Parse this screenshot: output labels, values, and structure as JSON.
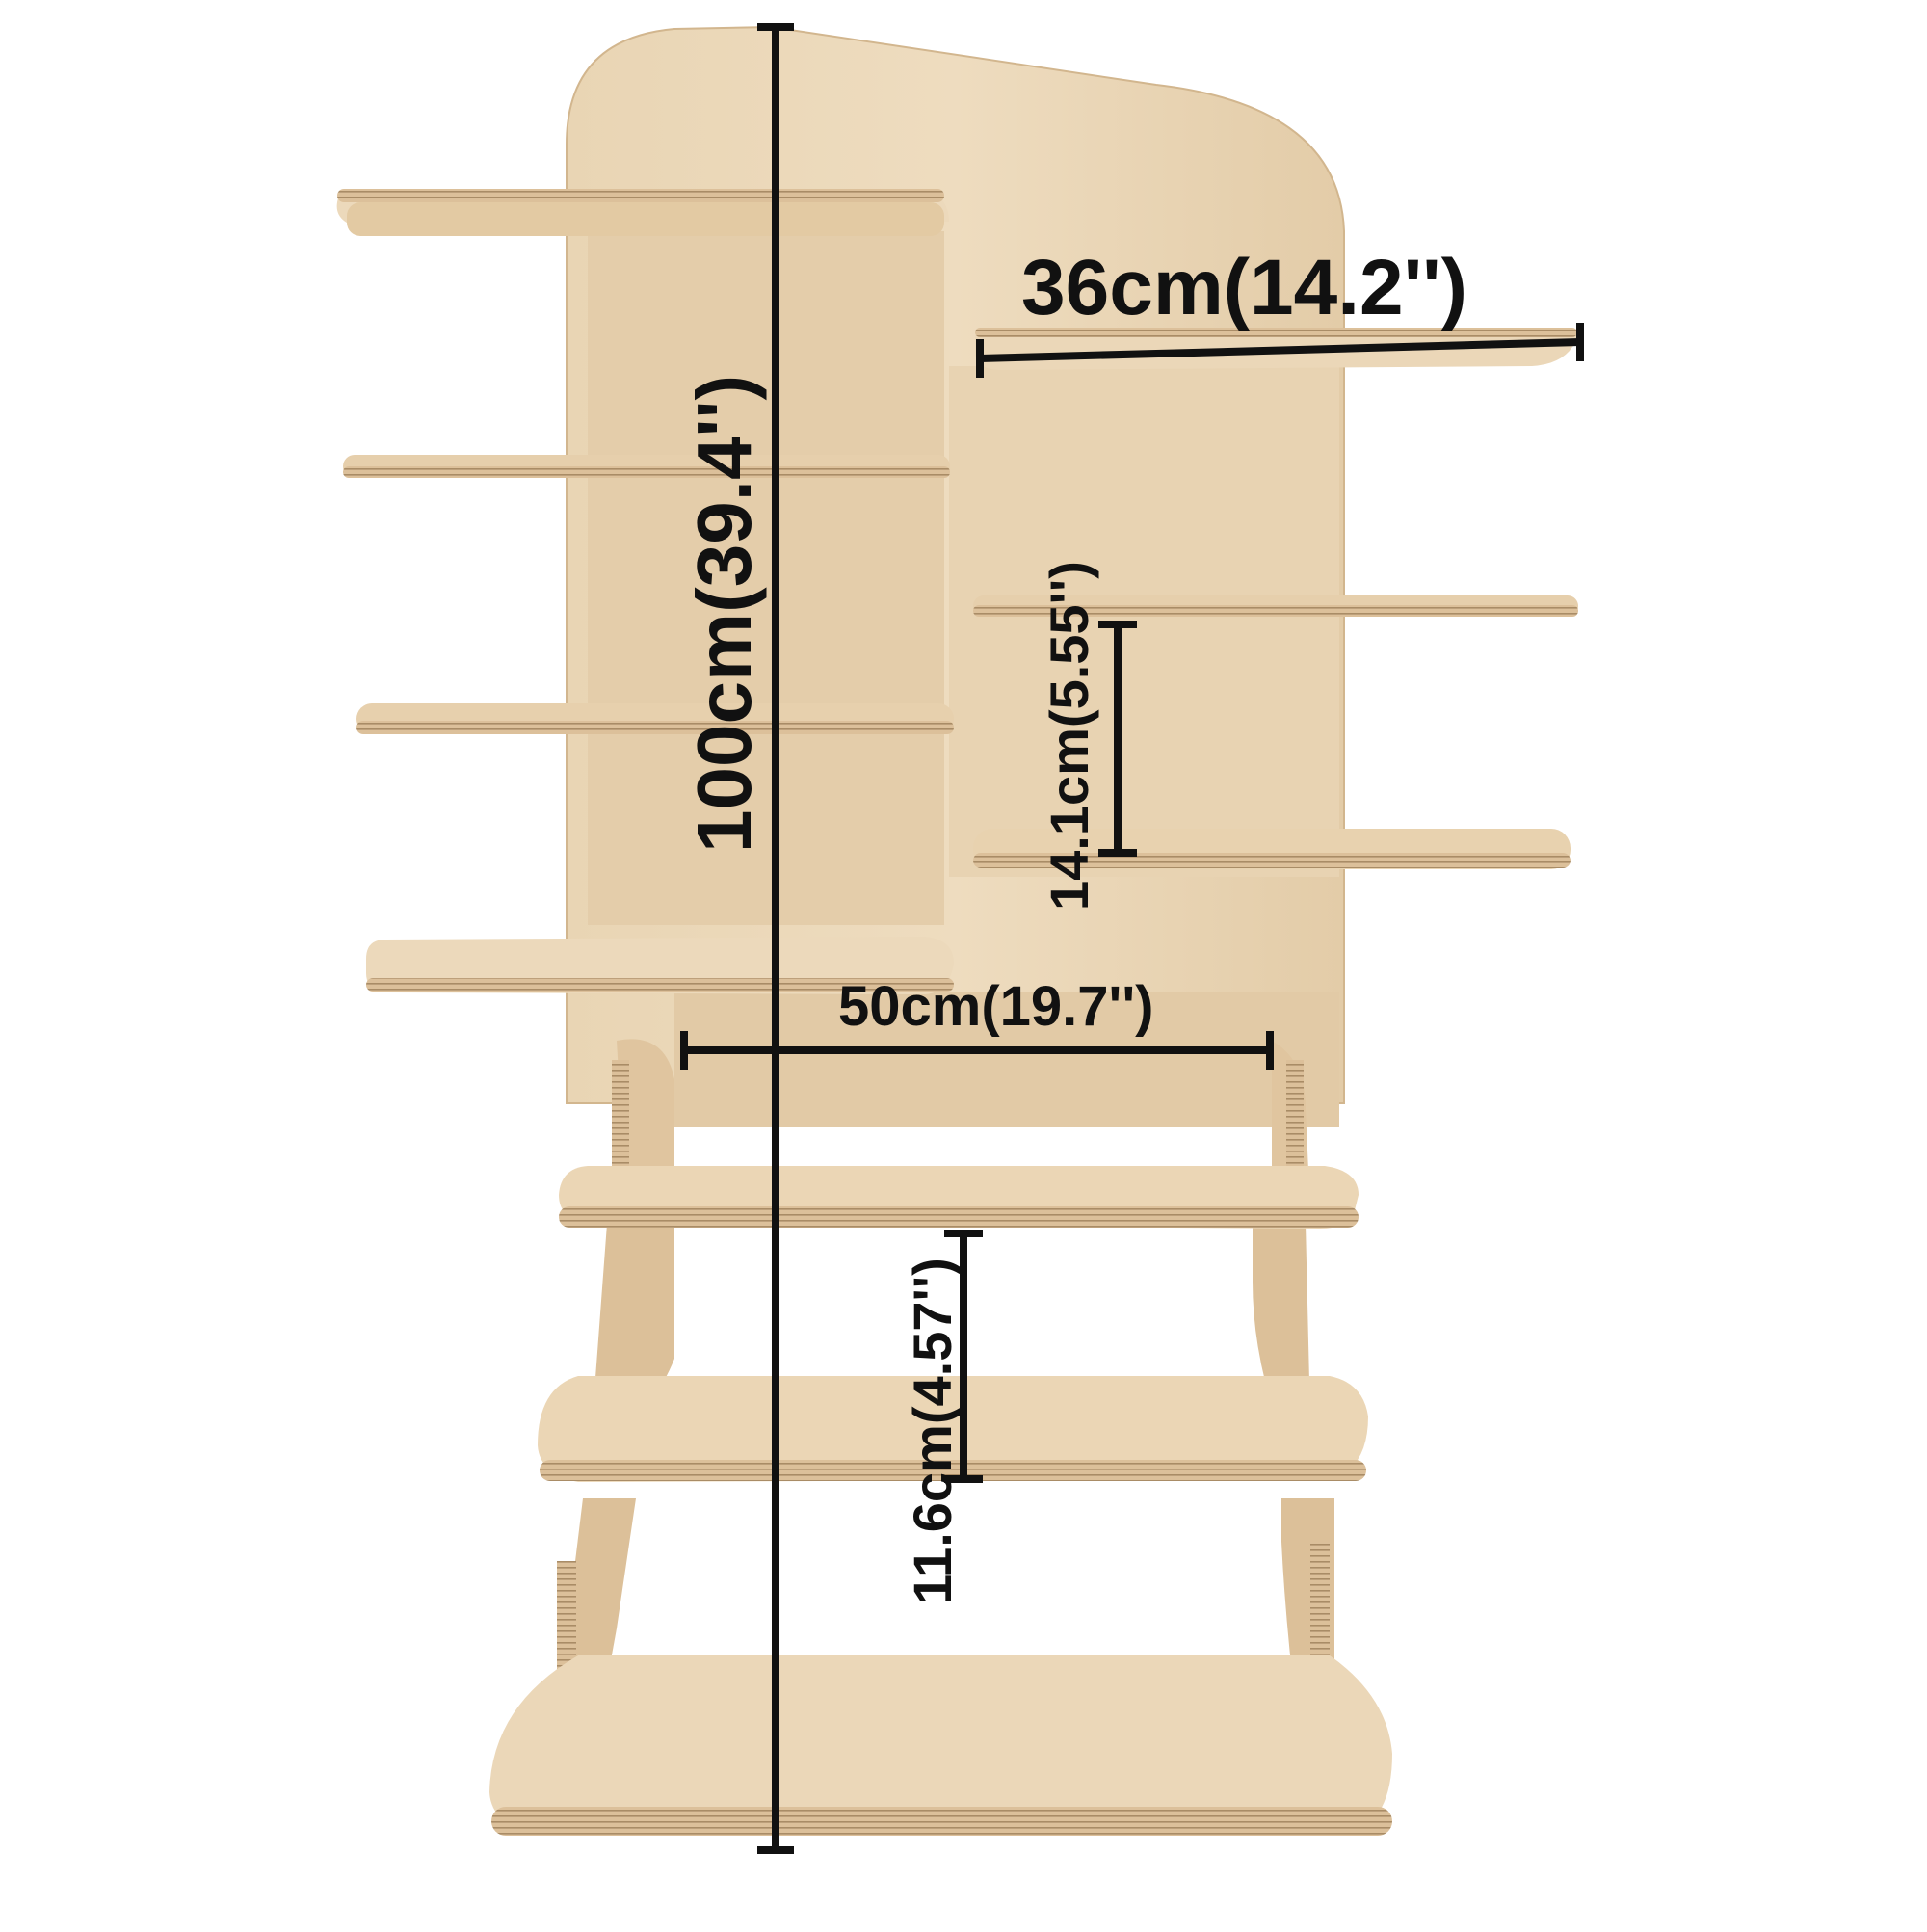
{
  "labels": {
    "top_shelf_width": "36cm(14.2'')",
    "total_height": "100cm(39.4'')",
    "shelf_spacing": "14.1cm(5.55'')",
    "total_width": "50cm(19.7'')",
    "step_spacing": "11.6cm(4.57'')"
  },
  "colors": {
    "wood_face": "#e6cfac",
    "wood_face_light": "#efdcbe",
    "wood_panel": "#ead6b6",
    "wood_shadow": "#c7ab84",
    "ply_edge": "#d9bc93",
    "ply_line": "#a98c66",
    "measure_line": "#111111"
  }
}
